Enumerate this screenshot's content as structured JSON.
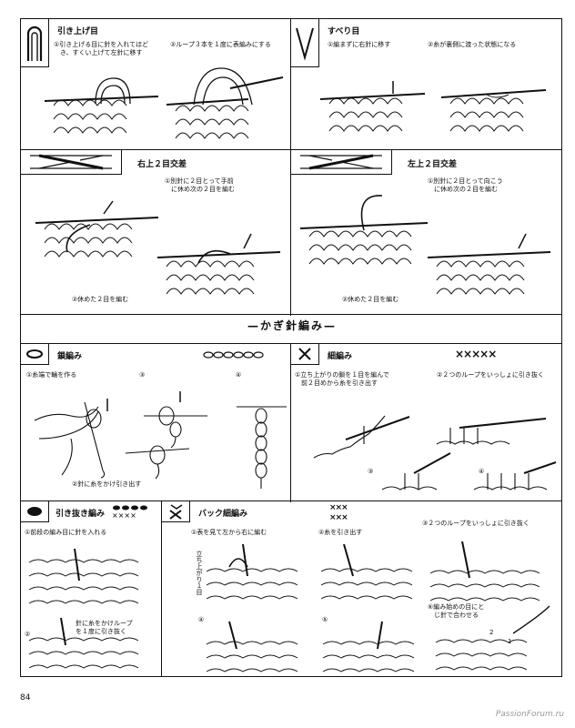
{
  "page_number": "84",
  "watermark": "PassionForum.ru",
  "section_title": "—かぎ針編み—",
  "knit": {
    "pull_up": {
      "title": "引き上げ目",
      "step1": "①引き上げる目に針を入れてほど\n　き、すくい上げて左針に移す",
      "step2": "②ループ３本を１度に表編みにする"
    },
    "slip": {
      "title": "すべり目",
      "step1": "①編まずに右針に移す",
      "step2": "②糸が裏側に渡った状態になる"
    },
    "right_cross": {
      "title": "右上２目交差",
      "step1": "①別針に２目とって手前\n　に休め次の２目を編む",
      "step2": "②休めた２目を編む"
    },
    "left_cross": {
      "title": "左上２目交差",
      "step1": "①別針に２目とって向こう\n　に休め次の２目を編む",
      "step2": "②休めた２目を編む"
    }
  },
  "crochet": {
    "chain": {
      "title": "鎖編み",
      "step1": "①糸端で輪を作る",
      "step2": "②針に糸をかけ引き出す",
      "n3": "③",
      "n4": "④"
    },
    "single": {
      "title": "細編み",
      "symbols": "×××××",
      "step1": "①立ち上がりの鎖を１目を編んで\n　前２目めから糸を引き出す",
      "step2": "②２つのループをいっしょに引き抜く",
      "n3": "③",
      "n4": "④"
    },
    "slip_stitch": {
      "title": "引き抜き編み",
      "step1": "①前段の編み目に針を入れる",
      "step2": "針に糸をかけループ\nを１度に引き抜く",
      "n2": "②"
    },
    "back_single": {
      "title": "バック細編み",
      "symbols_row1": "×××",
      "symbols_row2": "×××",
      "step1": "①表を見て左から右に編む",
      "step2": "②糸を引き出す",
      "step3": "③２つのループをいっしょに引き抜く",
      "step6": "⑥編み始めの目にと\n　じ針で合わせる",
      "side_label": "立ち上がり１目",
      "n4": "④",
      "n5": "⑤",
      "n1": "1",
      "n2": "2"
    }
  }
}
